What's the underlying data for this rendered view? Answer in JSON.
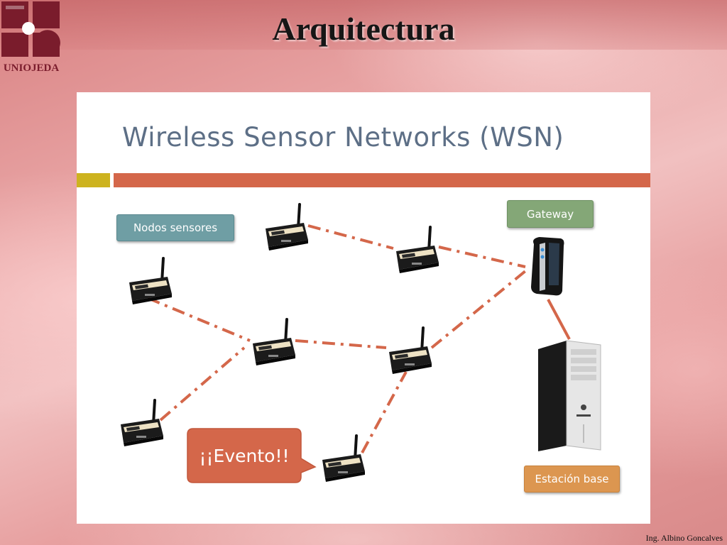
{
  "slide": {
    "title": "Arquitectura",
    "footer": "Ing. Albino Goncalves"
  },
  "logo": {
    "name": "UNIOJEDA",
    "color": "#7a1c2c"
  },
  "diagram": {
    "title": "Wireless Sensor Networks (WSN)",
    "labels": {
      "nodes": "Nodos sensores",
      "gateway": "Gateway",
      "base_station": "Estación base",
      "event": "¡¡Evento!!"
    },
    "colors": {
      "link": "#d4674a",
      "accent_gold": "#cdb31f",
      "title_text": "#5d6f86",
      "nodes_tag": "#6f9ea4",
      "gateway_tag": "#84a777",
      "base_tag": "#dc9650",
      "event_callout": "#d4674a"
    }
  }
}
